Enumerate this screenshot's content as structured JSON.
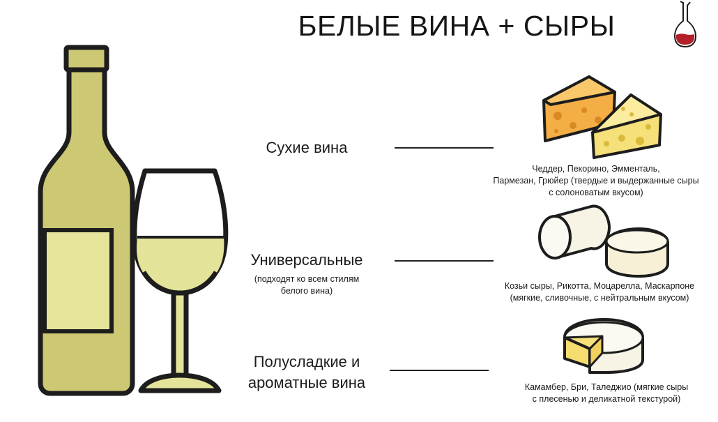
{
  "title": "БЕЛЫЕ ВИНА + СЫРЫ",
  "colors": {
    "wine_fill": "#e4e39a",
    "bottle_fill": "#cdc873",
    "outline": "#1d1d1d",
    "cheese_orange": "#f3ae45",
    "cheese_yellow": "#f5e07a",
    "cheese_soft": "#f7f4e6",
    "logo_wine": "#b3202a"
  },
  "categories": [
    {
      "name": "Сухие вина",
      "subtitle": "",
      "cheeses_line1": "Чеддер, Пекорино, Эмменталь,",
      "cheeses_line2": "Пармезан, Грюйер (твердые и выдержанные сыры",
      "cheeses_line3": "с солоноватым вкусом)",
      "icon": "hard-cheese-icon"
    },
    {
      "name": "Универсальные",
      "subtitle_line1": "(подходят ко всем стилям",
      "subtitle_line2": "белого вина)",
      "cheeses_line1": "Козьи сыры, Рикотта, Моцарелла, Маскарпоне",
      "cheeses_line2": "(мягкие, сливочные, с нейтральным вкусом)",
      "icon": "soft-cheese-icon"
    },
    {
      "name_line1": "Полусладкие и",
      "name_line2": "ароматные вина",
      "cheeses_line1": "Камамбер, Бри, Таледжио (мягкие сыры",
      "cheeses_line2": "с плесенью и деликатной текстурой)",
      "icon": "brie-cheese-icon"
    }
  ]
}
